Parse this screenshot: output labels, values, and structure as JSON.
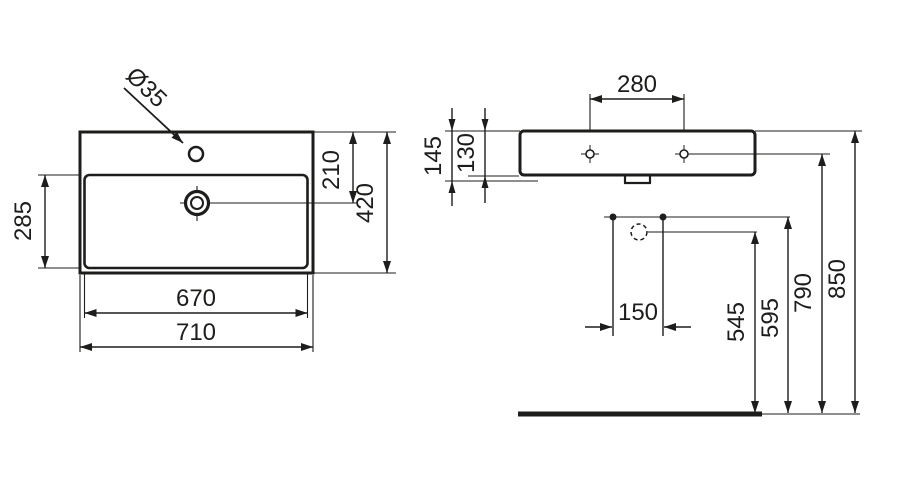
{
  "drawing": {
    "type": "washbasin-technical-dimension-drawing",
    "colors": {
      "line": "#1d1d1b",
      "background": "#ffffff"
    }
  },
  "top_view": {
    "tap_hole_label": "Ø35",
    "bowl_depth": "285",
    "tap_to_drain_offset": "210",
    "overall_depth": "420",
    "bowl_width": "670",
    "overall_width": "710"
  },
  "front_view": {
    "fixing_holes_spacing": "280",
    "body_height_overall": "145",
    "body_height_front": "130",
    "supply_pipes_spacing": "150",
    "waste_outlet_height": "545",
    "supply_height": "595",
    "fixing_holes_height": "790",
    "rim_height": "850"
  }
}
